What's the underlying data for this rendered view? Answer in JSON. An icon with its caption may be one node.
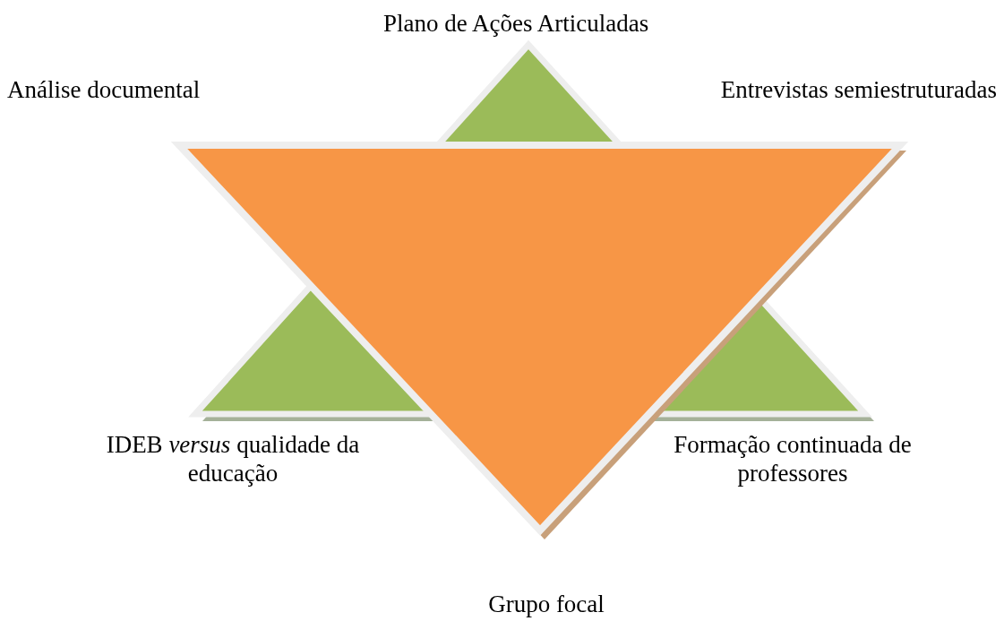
{
  "diagram": {
    "labels": [
      "Plano de Ações Articuladas",
      "Análise documental",
      "Entrevistas semiestruturadas",
      "IDEB *versus* qualidade da educação",
      "Formação continuada de professores",
      "Grupo focal"
    ]
  }
}
